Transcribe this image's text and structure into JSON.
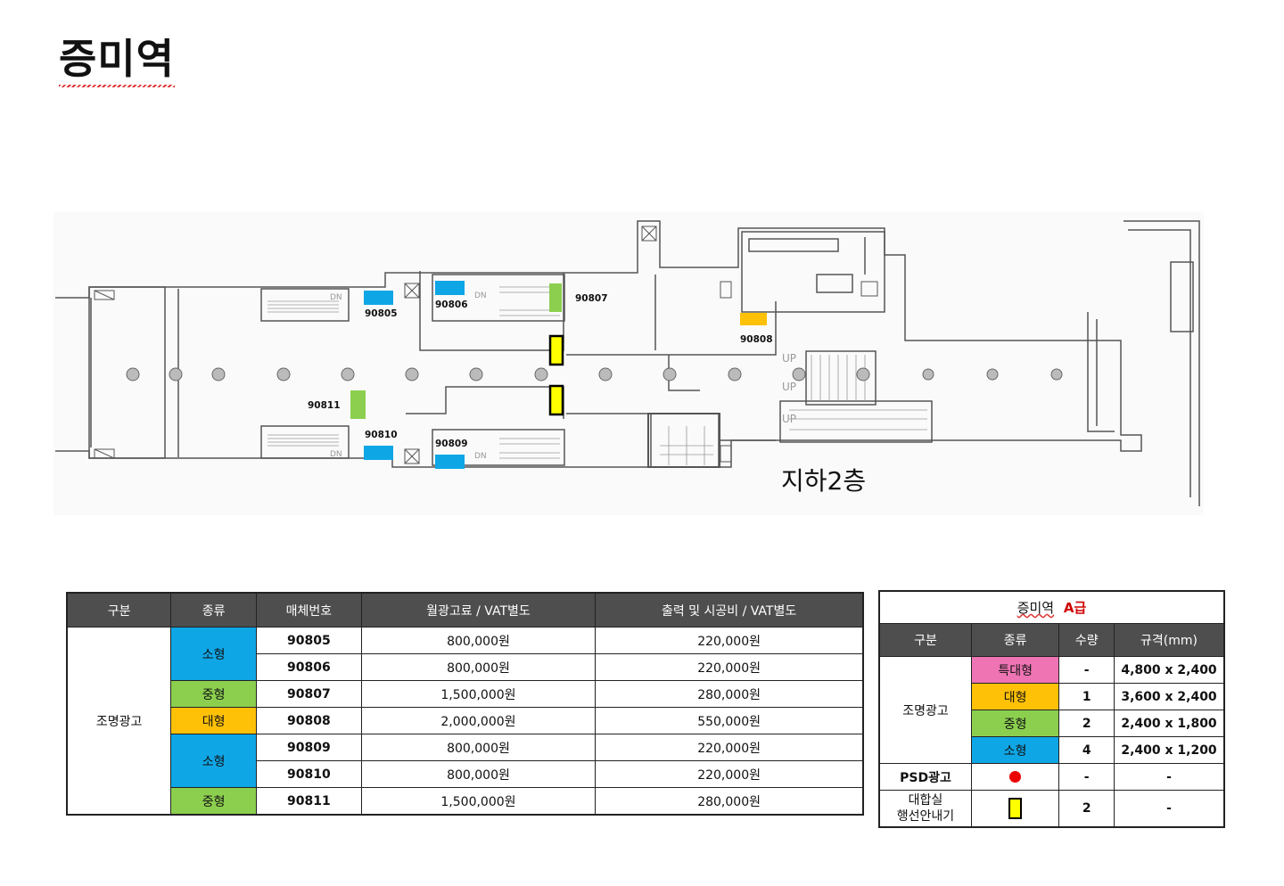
{
  "title": "증미역",
  "floor_label": "지하2층",
  "plan_labels": {
    "m90805": "90805",
    "m90806": "90806",
    "m90807": "90807",
    "m90808": "90808",
    "m90809": "90809",
    "m90810": "90810",
    "m90811": "90811",
    "up1": "UP",
    "up2": "UP",
    "up3": "UP",
    "dn1": "DN",
    "dn2": "DN",
    "dn3": "DN",
    "dn4": "DN"
  },
  "price_table": {
    "headers": [
      "구분",
      "종류",
      "매체번호",
      "월광고료 / VAT별도",
      "출력 및 시공비 / VAT별도"
    ],
    "category": "조명광고",
    "types": [
      "소형",
      "중형",
      "대형",
      "소형",
      "중형"
    ],
    "rows": [
      {
        "id": "90805",
        "monthly": "800,000원",
        "install": "220,000원"
      },
      {
        "id": "90806",
        "monthly": "800,000원",
        "install": "220,000원"
      },
      {
        "id": "90807",
        "monthly": "1,500,000원",
        "install": "280,000원"
      },
      {
        "id": "90808",
        "monthly": "2,000,000원",
        "install": "550,000원"
      },
      {
        "id": "90809",
        "monthly": "800,000원",
        "install": "220,000원"
      },
      {
        "id": "90810",
        "monthly": "800,000원",
        "install": "220,000원"
      },
      {
        "id": "90811",
        "monthly": "1,500,000원",
        "install": "280,000원"
      }
    ]
  },
  "summary_table": {
    "station": "증미역",
    "grade": "A급",
    "headers": [
      "구분",
      "종류",
      "수량",
      "규격(mm)"
    ],
    "category": "조명광고",
    "rows": [
      {
        "type": "특대형",
        "qty": "-",
        "size": "4,800 x 2,400"
      },
      {
        "type": "대형",
        "qty": "1",
        "size": "3,600 x 2,400"
      },
      {
        "type": "중형",
        "qty": "2",
        "size": "2,400 x 1,800"
      },
      {
        "type": "소형",
        "qty": "4",
        "size": "2,400 x 1,200"
      }
    ],
    "psd": {
      "label": "PSD광고",
      "qty": "-",
      "size": "-"
    },
    "guide": {
      "label_line1": "대합실",
      "label_line2": "행선안내기",
      "qty": "2",
      "size": "-"
    }
  },
  "colors": {
    "small": "#0fa6e6",
    "medium": "#8ccf4f",
    "large": "#ffc107",
    "xlarge": "#ef74b3",
    "header_bg": "#4e4e4e",
    "psd_dot": "#e00000",
    "guide_box": "#ffff00"
  }
}
